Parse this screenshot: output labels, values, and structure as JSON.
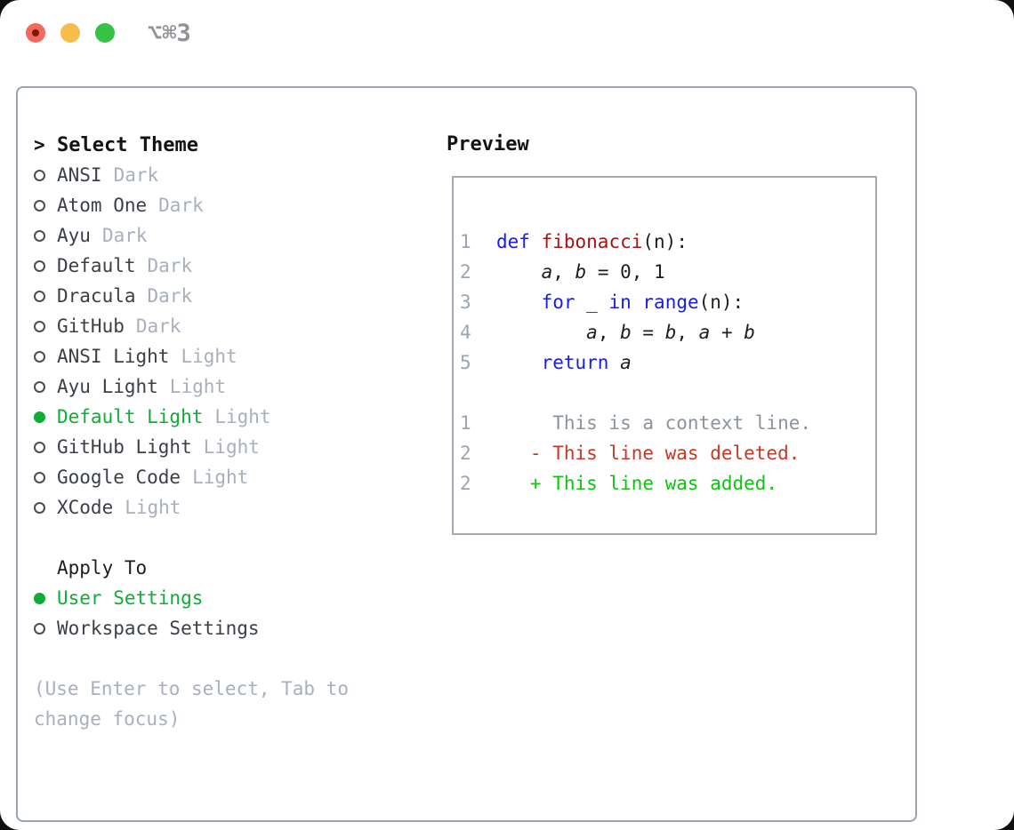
{
  "window": {
    "shortcut": "⌥⌘3"
  },
  "picker": {
    "prompt": ">",
    "title": "Select Theme",
    "items": [
      {
        "name": "ANSI",
        "variant": "Dark",
        "selected": false
      },
      {
        "name": "Atom One",
        "variant": "Dark",
        "selected": false
      },
      {
        "name": "Ayu",
        "variant": "Dark",
        "selected": false
      },
      {
        "name": "Default",
        "variant": "Dark",
        "selected": false
      },
      {
        "name": "Dracula",
        "variant": "Dark",
        "selected": false
      },
      {
        "name": "GitHub",
        "variant": "Dark",
        "selected": false
      },
      {
        "name": "ANSI Light",
        "variant": "Light",
        "selected": false
      },
      {
        "name": "Ayu Light",
        "variant": "Light",
        "selected": false
      },
      {
        "name": "Default Light",
        "variant": "Light",
        "selected": true
      },
      {
        "name": "GitHub Light",
        "variant": "Light",
        "selected": false
      },
      {
        "name": "Google Code",
        "variant": "Light",
        "selected": false
      },
      {
        "name": "XCode",
        "variant": "Light",
        "selected": false
      }
    ],
    "apply_to": {
      "label": "Apply To",
      "options": [
        {
          "name": "User Settings",
          "selected": true
        },
        {
          "name": "Workspace Settings",
          "selected": false
        }
      ]
    },
    "hint": "(Use Enter to select, Tab to change focus)"
  },
  "preview": {
    "title": "Preview",
    "code_lines": [
      {
        "num": "1",
        "tokens": [
          {
            "t": "def",
            "c": "kw"
          },
          {
            "t": " "
          },
          {
            "t": "fibonacci",
            "c": "fn"
          },
          {
            "t": "(n):"
          }
        ]
      },
      {
        "num": "2",
        "tokens": [
          {
            "t": "    "
          },
          {
            "t": "a",
            "c": "var"
          },
          {
            "t": ", "
          },
          {
            "t": "b",
            "c": "var"
          },
          {
            "t": " = 0, 1"
          }
        ]
      },
      {
        "num": "3",
        "tokens": [
          {
            "t": "    "
          },
          {
            "t": "for",
            "c": "kw"
          },
          {
            "t": " _ "
          },
          {
            "t": "in",
            "c": "kw"
          },
          {
            "t": " "
          },
          {
            "t": "range",
            "c": "kw"
          },
          {
            "t": "(n):"
          }
        ]
      },
      {
        "num": "4",
        "tokens": [
          {
            "t": "        "
          },
          {
            "t": "a",
            "c": "var"
          },
          {
            "t": ", "
          },
          {
            "t": "b",
            "c": "var"
          },
          {
            "t": " = "
          },
          {
            "t": "b",
            "c": "var"
          },
          {
            "t": ", "
          },
          {
            "t": "a",
            "c": "var"
          },
          {
            "t": " + "
          },
          {
            "t": "b",
            "c": "var"
          }
        ]
      },
      {
        "num": "5",
        "tokens": [
          {
            "t": "    "
          },
          {
            "t": "return",
            "c": "kw"
          },
          {
            "t": " "
          },
          {
            "t": "a",
            "c": "var"
          }
        ]
      }
    ],
    "diff_lines": [
      {
        "num": "1",
        "kind": "context",
        "text": "     This is a context line."
      },
      {
        "num": "2",
        "kind": "deleted",
        "text": "   - This line was deleted."
      },
      {
        "num": "2",
        "kind": "added",
        "text": "   + This line was added."
      }
    ]
  },
  "colors": {
    "selection_green": "#0fad33",
    "keyword_blue": "#1a1ce0",
    "function_red": "#a31515",
    "diff_deleted_red": "#c43a28",
    "diff_added_green": "#12c212",
    "muted_gray": "#a7b0bc",
    "border_gray": "#9aa3ae",
    "traffic_red": "#f16a5d",
    "traffic_yellow": "#f6bd4a",
    "traffic_green": "#35c245"
  }
}
